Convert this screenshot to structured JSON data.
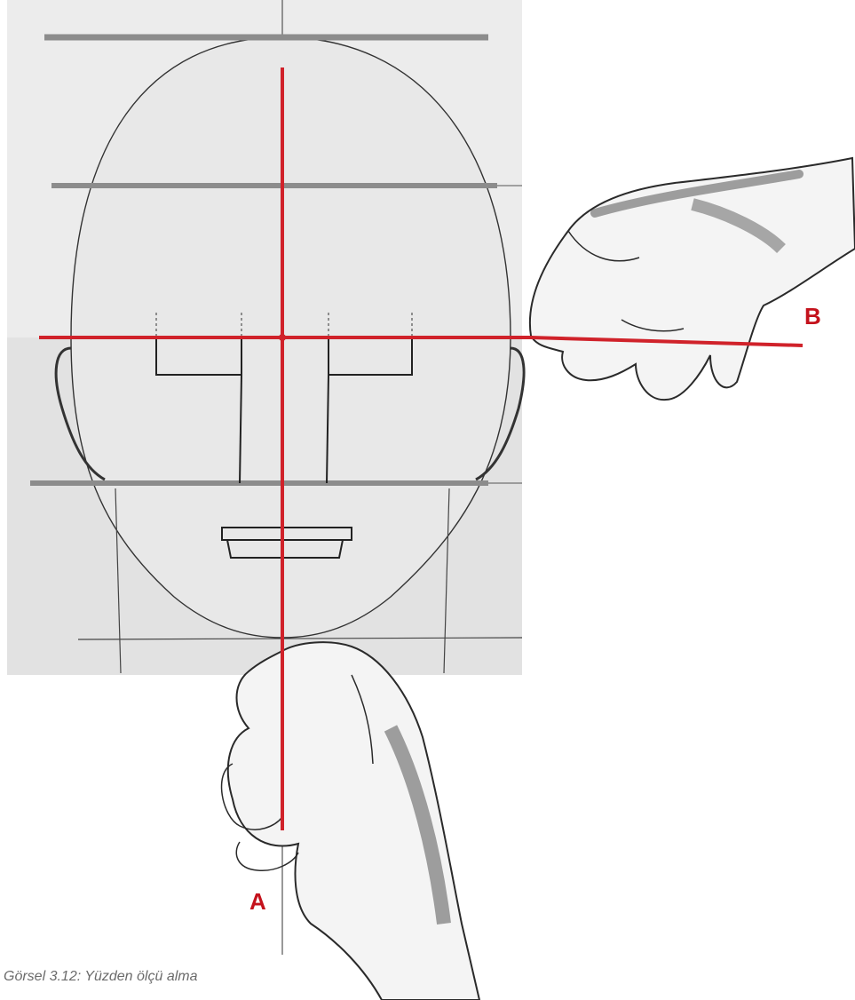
{
  "figure": {
    "label_a": "A",
    "label_b": "B",
    "caption": "Görsel 3.12: Yüzden ölçü alma"
  },
  "colors": {
    "measure_line": "#d0222a",
    "guide_line": "#8c8c8c",
    "sketch_line": "#222222",
    "paper_bg": "#e6e6e6",
    "label_text": "#c4121c",
    "caption_text": "#6b6b6b"
  },
  "icons": {
    "hand_horizontal": "hand-holding-pencil-horizontal-icon",
    "hand_vertical": "hand-holding-pencil-vertical-icon"
  }
}
